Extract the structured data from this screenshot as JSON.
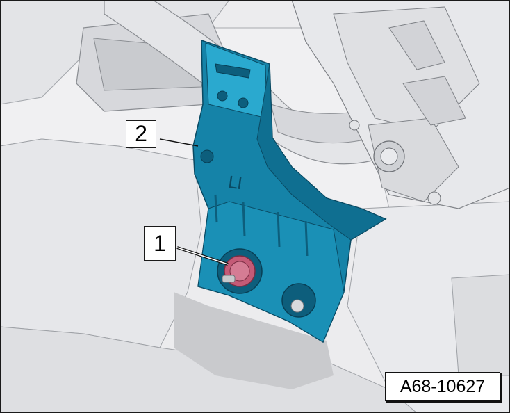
{
  "figure": {
    "id_label": "A68-10627",
    "callouts": [
      {
        "number": "1",
        "target": "fastening-nut"
      },
      {
        "number": "2",
        "target": "bracket"
      }
    ],
    "stamped_text": "LI"
  },
  "colors": {
    "background": "#ececee",
    "bracket": "#1583a8",
    "bracket_highlight": "#2aa9cf",
    "bracket_shadow": "#0d5e7c",
    "nut": "#c45b77",
    "line_art": "#8a8d92"
  }
}
